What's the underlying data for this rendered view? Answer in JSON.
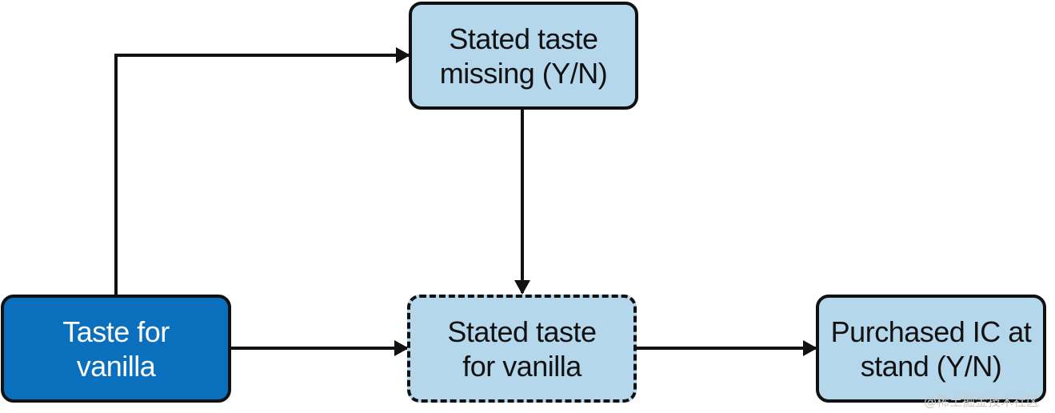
{
  "diagram": {
    "nodes": {
      "stated_taste_missing": {
        "line1": "Stated taste",
        "line2": "missing (Y/N)"
      },
      "taste_for_vanilla": {
        "line1": "Taste for",
        "line2": "vanilla"
      },
      "stated_taste_for_vanilla": {
        "line1": "Stated taste",
        "line2": "for vanilla"
      },
      "purchased_ic": {
        "line1": "Purchased IC at",
        "line2": "stand (Y/N)"
      }
    },
    "edges": [
      {
        "from": "taste_for_vanilla",
        "to": "stated_taste_missing"
      },
      {
        "from": "stated_taste_missing",
        "to": "stated_taste_for_vanilla"
      },
      {
        "from": "taste_for_vanilla",
        "to": "stated_taste_for_vanilla"
      },
      {
        "from": "stated_taste_for_vanilla",
        "to": "purchased_ic"
      }
    ],
    "colors": {
      "node_fill_light": "#b5d7ec",
      "node_fill_dark": "#0a6fbd",
      "border": "#111111",
      "arrow": "#111111"
    }
  },
  "watermark": "@稀土掘金技术社区"
}
